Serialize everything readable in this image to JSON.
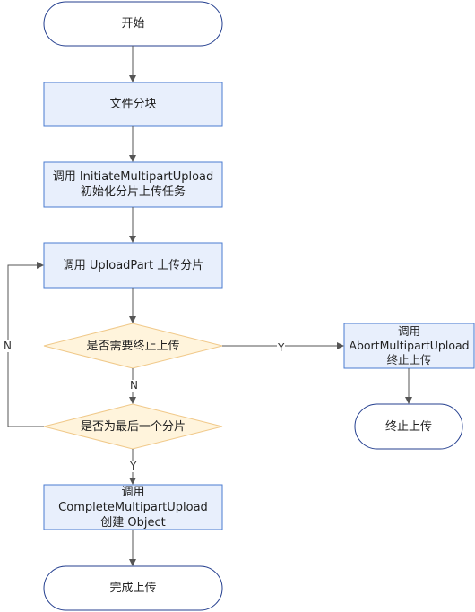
{
  "nodes": {
    "start": "开始",
    "split": "文件分块",
    "initiate": "调用 InitiateMultipartUpload\n初始化分片上传任务",
    "upload_part": "调用 UploadPart 上传分片",
    "need_terminate": "是否需要终止上传",
    "is_last": "是否为最后一个分片",
    "complete": "调用\nCompleteMultipartUpload\n创建 Object",
    "finish": "完成上传",
    "abort": "调用\nAbortMultipartUpload\n终止上传",
    "terminated": "终止上传"
  },
  "edge_labels": {
    "terminate_yes": "Y",
    "terminate_no": "N",
    "last_no": "N",
    "last_yes": "Y"
  },
  "colors": {
    "process_fill": "#e8effc",
    "process_stroke": "#4a7bd0",
    "terminal_fill": "#ffffff",
    "terminal_stroke": "#243f8f",
    "decision_fill": "#fff4dc",
    "decision_stroke": "#f0c98a",
    "line": "#555555"
  }
}
